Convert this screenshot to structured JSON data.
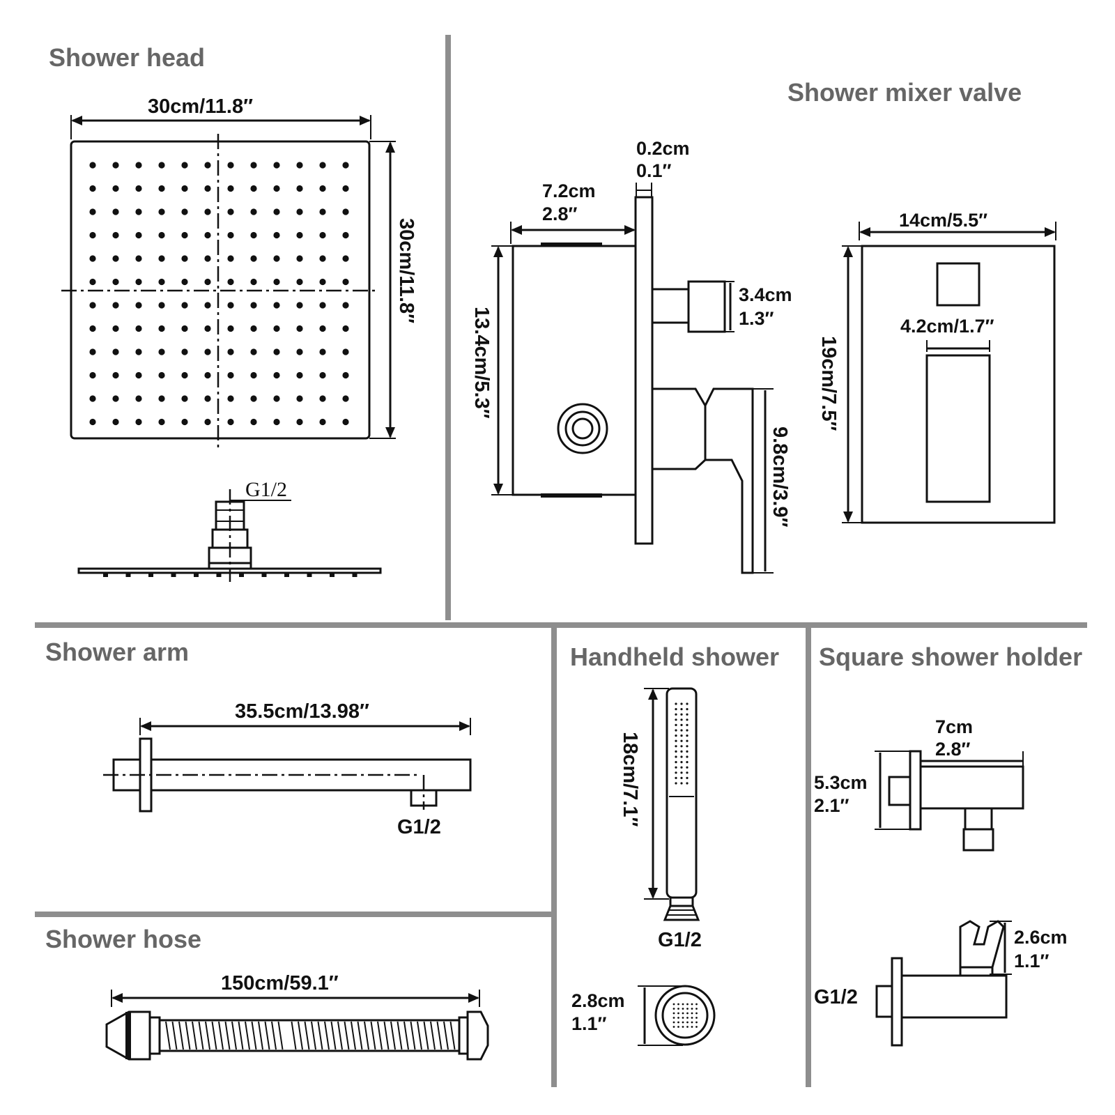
{
  "colors": {
    "separator": "#8e8e8e",
    "title": "#666666",
    "ink": "#111111",
    "background": "#ffffff"
  },
  "shower_head": {
    "title": "Shower head",
    "width_label": "30cm/11.8″",
    "height_label": "30cm/11.8″",
    "thread_label": "G1/2"
  },
  "mixer_valve": {
    "title": "Shower mixer valve",
    "plate_cm": "0.2cm",
    "plate_in": "0.1″",
    "depth_cm": "7.2cm",
    "depth_in": "2.8″",
    "body_height": "13.4cm/5.3″",
    "outlet_cm": "3.4cm",
    "outlet_in": "1.3″",
    "handle_length": "9.8cm/3.9″",
    "plate_width": "14cm/5.5″",
    "plate_height": "19cm/7.5″",
    "handle_width": "4.2cm/1.7″"
  },
  "shower_arm": {
    "title": "Shower arm",
    "length_label": "35.5cm/13.98″",
    "thread_label": "G1/2"
  },
  "shower_hose": {
    "title": "Shower hose",
    "length_label": "150cm/59.1″"
  },
  "handheld": {
    "title": "Handheld shower",
    "length_label": "18cm/7.1″",
    "thread_label": "G1/2",
    "face_cm": "2.8cm",
    "face_in": "1.1″"
  },
  "holder": {
    "title": "Square shower holder",
    "depth_cm": "7cm",
    "depth_in": "2.8″",
    "height_cm": "5.3cm",
    "height_in": "2.1″",
    "thread_label": "G1/2",
    "cradle_cm": "2.6cm",
    "cradle_in": "1.1″"
  }
}
